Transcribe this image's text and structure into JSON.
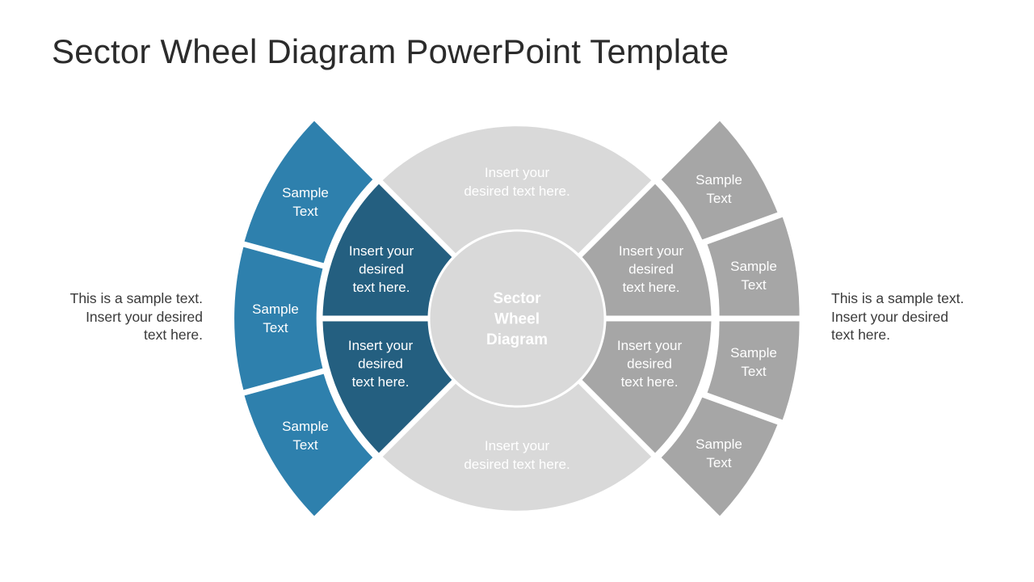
{
  "title": "Sector Wheel Diagram PowerPoint Template",
  "center": {
    "lines": [
      "Sector",
      "Wheel",
      "Diagram"
    ]
  },
  "notes": {
    "left": [
      "This is a sample text.",
      "Insert your desired",
      "text here."
    ],
    "right": [
      "This is a sample text.",
      "Insert your desired",
      "text here."
    ]
  },
  "middle_ring": {
    "top": [
      "Insert your",
      "desired text here."
    ],
    "bottom": [
      "Insert your",
      "desired text here."
    ],
    "left_upper": [
      "Insert your",
      "desired",
      "text here."
    ],
    "left_lower": [
      "Insert your",
      "desired",
      "text here."
    ],
    "right_upper": [
      "Insert your",
      "desired",
      "text here."
    ],
    "right_lower": [
      "Insert your",
      "desired",
      "text here."
    ]
  },
  "outer_left": [
    [
      "Sample",
      "Text"
    ],
    [
      "Sample",
      "Text"
    ],
    [
      "Sample",
      "Text"
    ]
  ],
  "outer_right": [
    [
      "Sample",
      "Text"
    ],
    [
      "Sample",
      "Text"
    ],
    [
      "Sample",
      "Text"
    ],
    [
      "Sample",
      "Text"
    ]
  ],
  "colors": {
    "blue_outer": "#2e80ad",
    "blue_inner": "#245f80",
    "gray_light": "#d9d9d9",
    "gray_mid": "#a6a6a6",
    "text_light": "#ffffff",
    "title": "#2b2b2b"
  }
}
